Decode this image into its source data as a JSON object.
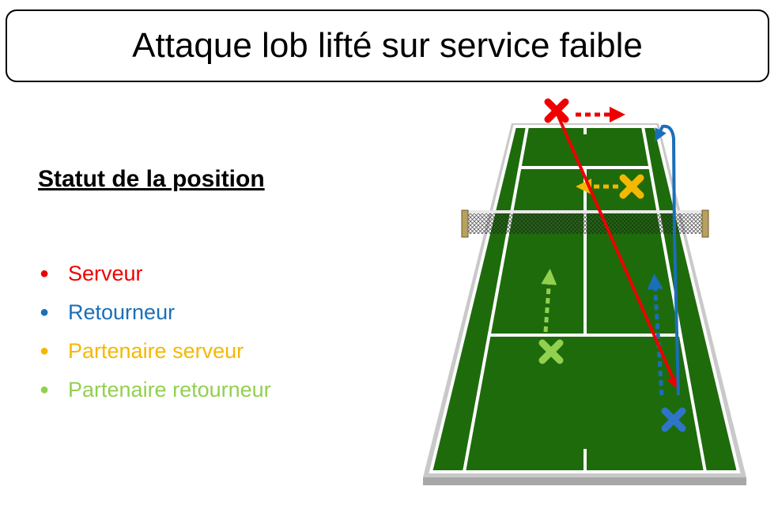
{
  "title": "Attaque lob lifté sur service faible",
  "legend": {
    "heading": "Statut de la position",
    "items": [
      {
        "label": "Serveur",
        "color": "#ee0000",
        "icon": "bullet-dot"
      },
      {
        "label": "Retourneur",
        "color": "#1a6fb8",
        "icon": "bullet-dot"
      },
      {
        "label": "Partenaire serveur",
        "color": "#f5b800",
        "icon": "bullet-dot"
      },
      {
        "label": "Partenaire retourneur",
        "color": "#92d050",
        "icon": "bullet-dot"
      }
    ]
  },
  "colors": {
    "court_green": "#1e6b0c",
    "court_lines": "#ffffff",
    "court_surround": "#c9c9c9",
    "net_post": "#b8a060"
  }
}
